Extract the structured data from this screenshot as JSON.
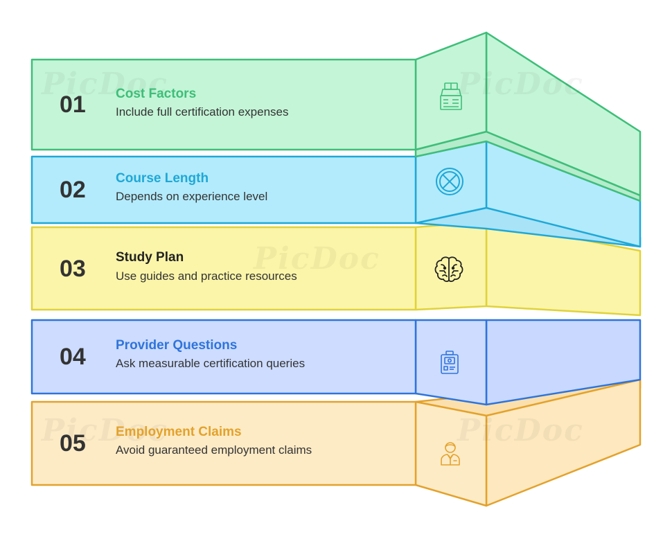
{
  "watermark": "PicDoc",
  "items": [
    {
      "number": "01",
      "title": "Cost Factors",
      "description": "Include full certification expenses",
      "icon": "cash-register-icon",
      "color": "#3ebe79",
      "fill": "#c4f5d7"
    },
    {
      "number": "02",
      "title": "Course Length",
      "description": "Depends on experience level",
      "icon": "crossed-circle-icon",
      "color": "#1fa8d6",
      "fill": "#b3ebfc"
    },
    {
      "number": "03",
      "title": "Study Plan",
      "description": "Use guides and practice resources",
      "icon": "brain-icon",
      "color": "#222222",
      "fill": "#fbf5a9"
    },
    {
      "number": "04",
      "title": "Provider Questions",
      "description": "Ask measurable certification queries",
      "icon": "id-badge-icon",
      "color": "#2f74da",
      "fill": "#cddcff"
    },
    {
      "number": "05",
      "title": "Employment Claims",
      "description": "Avoid guaranteed employment claims",
      "icon": "employee-icon",
      "color": "#e3a22c",
      "fill": "#fdebc6"
    }
  ]
}
